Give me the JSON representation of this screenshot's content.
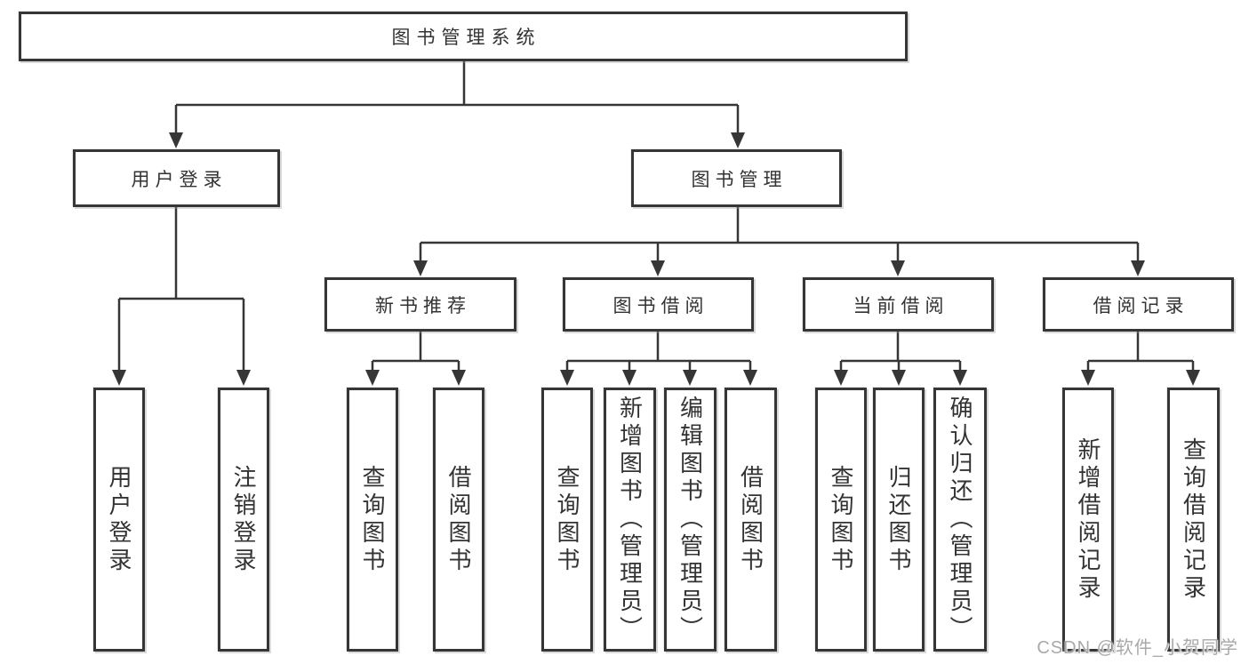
{
  "tree": {
    "label": "图书管理系统",
    "children": [
      {
        "label": "用户登录",
        "children": [
          {
            "label": "用户登录"
          },
          {
            "label": "注销登录"
          }
        ]
      },
      {
        "label": "图书管理",
        "children": [
          {
            "label": "新书推荐",
            "children": [
              {
                "label": "查询图书"
              },
              {
                "label": "借阅图书"
              }
            ]
          },
          {
            "label": "图书借阅",
            "children": [
              {
                "label": "查询图书"
              },
              {
                "label": "新增图书（管理员）"
              },
              {
                "label": "编辑图书（管理员）"
              },
              {
                "label": "借阅图书"
              }
            ]
          },
          {
            "label": "当前借阅",
            "children": [
              {
                "label": "查询图书"
              },
              {
                "label": "归还图书"
              },
              {
                "label": "确认归还（管理员）"
              }
            ]
          },
          {
            "label": "借阅记录",
            "children": [
              {
                "label": "新增借阅记录"
              },
              {
                "label": "查询借阅记录"
              }
            ]
          }
        ]
      }
    ]
  },
  "watermark": "CSDN @软件_小贺同学",
  "colors": {
    "line": "#363636",
    "box_border": "#363636",
    "box_fill": "#ffffff",
    "text": "#333333",
    "watermark": "#a9a9a9",
    "background": "#ffffff"
  }
}
